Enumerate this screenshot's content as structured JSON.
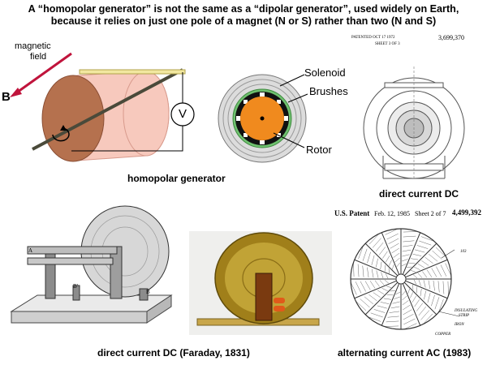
{
  "header": {
    "line1": "A “homopolar generator” is not the same as a “dipolar generator”, used widely  on Earth,",
    "line2": "because it relies on just one pole of a magnet (N or S) rather than two (N and S)"
  },
  "homopolar": {
    "field_label_1": "magnetic",
    "field_label_2": "field",
    "b_label": "B",
    "voltmeter": "V",
    "caption": "homopolar  generator"
  },
  "solenoid": {
    "solenoid_label": "Solenoid",
    "brushes_label": "Brushes",
    "rotor_label": "Rotor"
  },
  "patent_top": {
    "patented": "PATENTED OCT 17 1972",
    "sheet": "SHEET 3 OF 3",
    "number": "3,699,370",
    "caption": "direct current DC"
  },
  "patent_bottom": {
    "us": "U.S. Patent",
    "date": "Feb. 12, 1985",
    "sheet": "Sheet 2 of 7",
    "number": "4,499,392",
    "ref1": "103",
    "ref2": "INSULATING",
    "ref3": "STRIP",
    "ref4": "IRON",
    "ref5": "COPPER",
    "caption": "alternating current AC (1983)"
  },
  "faraday": {
    "label_a": "A",
    "label_b1": "B",
    "label_b2": "B'",
    "caption": "direct current DC (Faraday, 1831)"
  },
  "colors": {
    "field_arrow": "#c0143c",
    "disk": "#b5714e",
    "cylinder": "#f7c9bd",
    "rotor": "#f08a1e",
    "brush_ring": "#6fc16f"
  }
}
